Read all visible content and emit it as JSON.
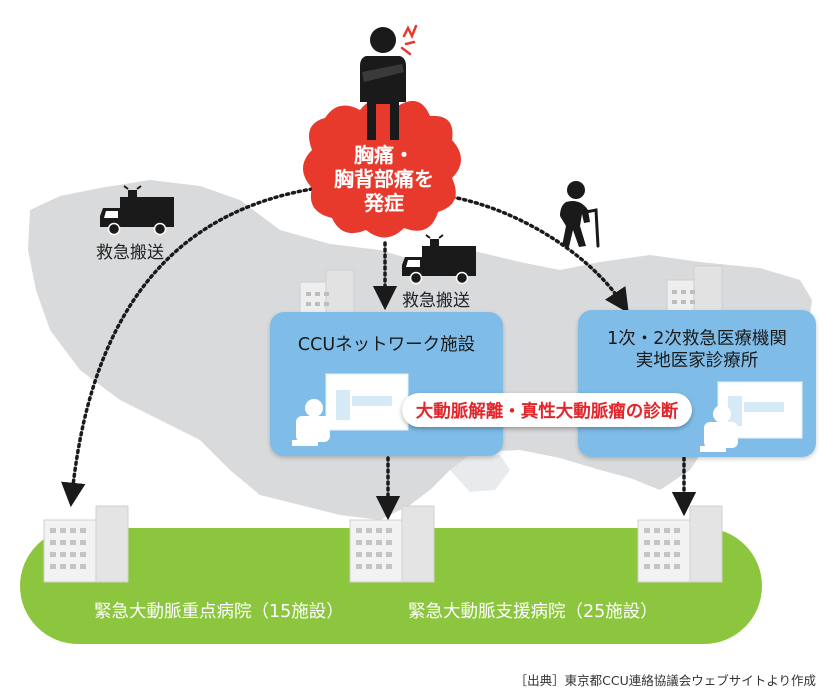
{
  "symptom": {
    "line1": "胸痛・",
    "line2": "胸背部痛を",
    "line3": "発症"
  },
  "transport": {
    "left": "救急搬送",
    "center": "救急搬送"
  },
  "facilities": {
    "ccu": "CCUネットワーク施設",
    "primary_line1": "1次・2次救急医療機関",
    "primary_line2": "実地医家診療所"
  },
  "diagnosis": "大動脈解離・真性大動脈瘤の診断",
  "hospitals": {
    "priority": "緊急大動脈重点病院（15施設）",
    "support": "緊急大動脈支援病院（25施設）"
  },
  "source": "［出典］東京都CCU連絡協議会ウェブサイトより作成",
  "colors": {
    "burst": "#e8392d",
    "box": "#7fbde8",
    "ground": "#8cc63f",
    "map": "#d9dadb",
    "diagnosis_text": "#e2262c"
  }
}
